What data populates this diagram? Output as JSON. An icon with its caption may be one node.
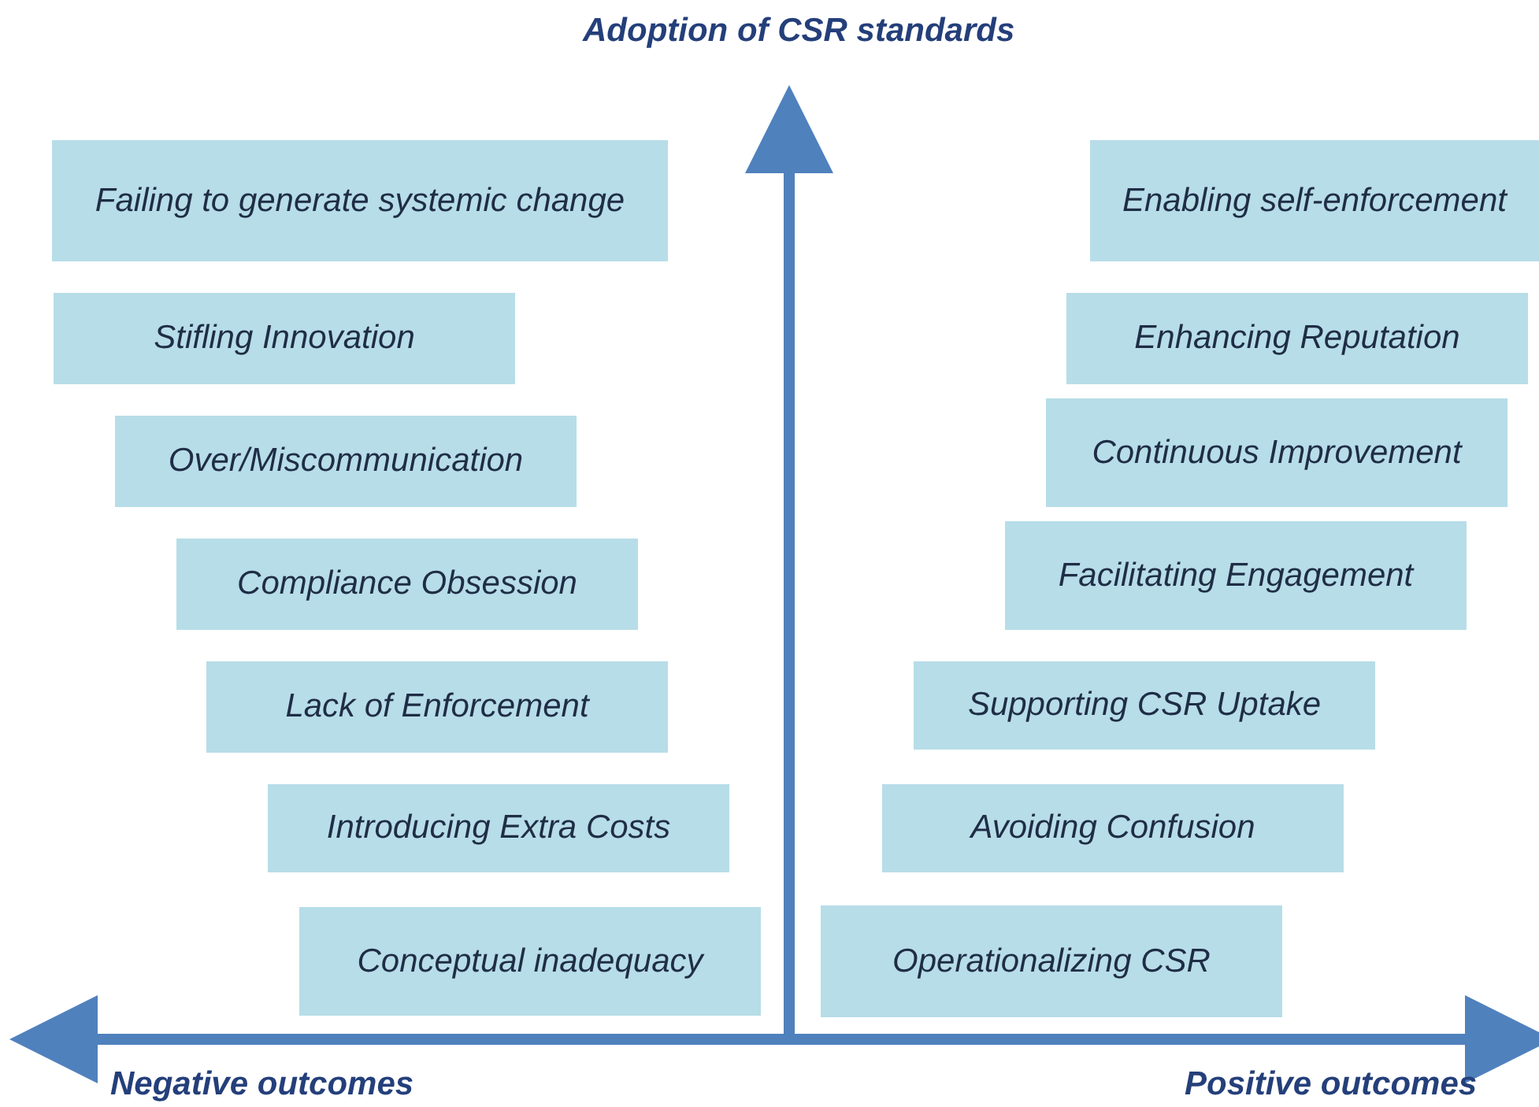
{
  "diagram": {
    "nodes": [
      {
        "text": [
          "Failing to generate systemic change"
        ]
      },
      {
        "text": [
          "Stifling Innovation"
        ]
      },
      {
        "text": [
          "Over/Miscommunication"
        ]
      },
      {
        "text": [
          "Compliance Obsession"
        ]
      },
      {
        "text": [
          "Lack of Enforcement"
        ]
      },
      {
        "text": [
          "Introducing Extra Costs"
        ]
      },
      {
        "text": [
          "Conceptual inadequacy"
        ]
      },
      {
        "text": [
          "Enabling self-enforcement"
        ]
      },
      {
        "text": [
          "Enhancing Reputation"
        ]
      },
      {
        "text": [
          "Continuous Improvement"
        ]
      },
      {
        "text": [
          "Facilitating Engagement"
        ]
      },
      {
        "text": [
          "Supporting CSR Uptake"
        ]
      },
      {
        "text": [
          "Avoiding Confusion"
        ]
      },
      {
        "text": [
          "Operationalizing CSR"
        ]
      }
    ],
    "edges": [],
    "labels": [
      "Adoption of CSR standards",
      "Negative outcomes",
      "Positive outcomes"
    ]
  }
}
